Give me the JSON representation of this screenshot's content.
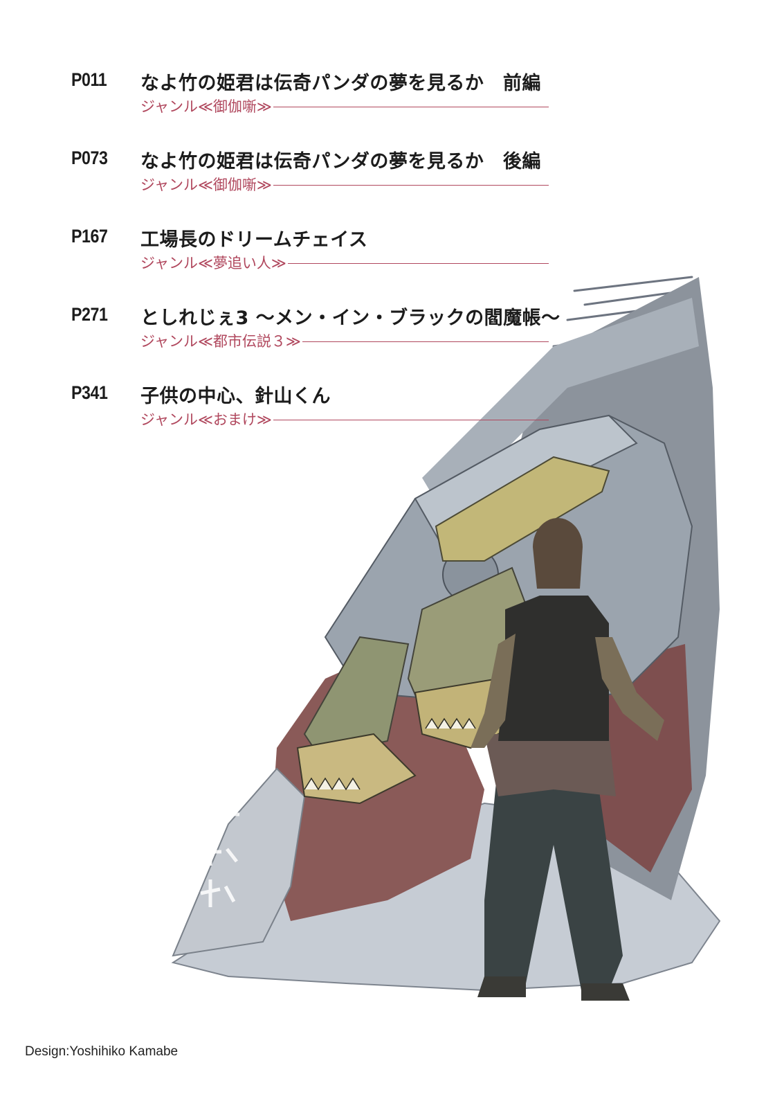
{
  "entries": [
    {
      "page": "P011",
      "title": "なよ竹の姫君は伝奇パンダの夢を見るか　前編",
      "genre": "ジャンル≪御伽噺≫"
    },
    {
      "page": "P073",
      "title": "なよ竹の姫君は伝奇パンダの夢を見るか　後編",
      "genre": "ジャンル≪御伽噺≫"
    },
    {
      "page": "P167",
      "title": "工場長のドリームチェイス",
      "genre": "ジャンル≪夢追い人≫"
    },
    {
      "page": "P271",
      "title": "としれじぇ3 ～メン・イン・ブラックの閻魔帳～",
      "genre": "ジャンル≪都市伝説３≫"
    },
    {
      "page": "P341",
      "title": "子供の中心、針山くん",
      "genre": "ジャンル≪おまけ≫"
    }
  ],
  "credit": "Design:Yoshihiko Kamabe",
  "colors": {
    "accent": "#b0475d",
    "text": "#1c1c1c",
    "background": "#ffffff"
  },
  "illustration": {
    "icon": "illustration-robot-and-boy"
  }
}
